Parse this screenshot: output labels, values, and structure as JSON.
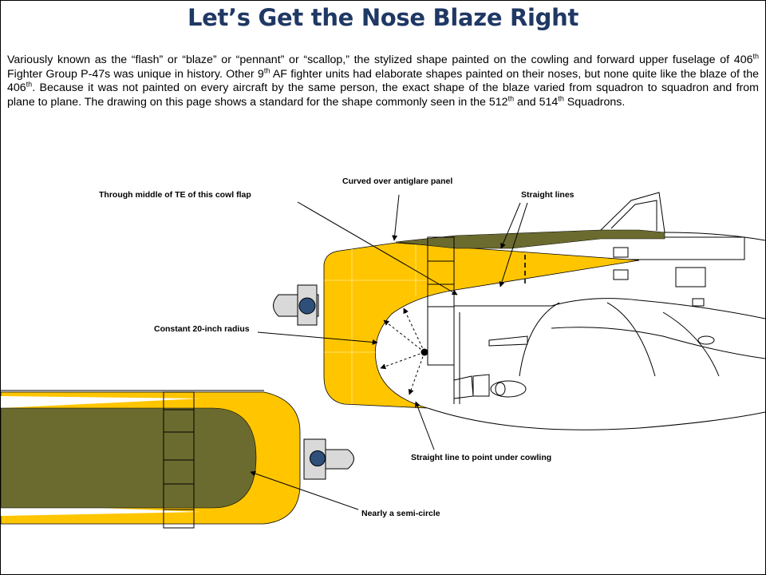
{
  "page": {
    "title": "Let’s Get the Nose Blaze Right",
    "paragraph": [
      {
        "t": "Variously known as the “flash” or “blaze” or “pennant” or “scallop,” the stylized shape painted on the cowling and forward upper fuselage of 406"
      },
      {
        "t": "th",
        "sup": true
      },
      {
        "t": " Fighter Group P-47s was unique in history.  Other 9"
      },
      {
        "t": "th",
        "sup": true
      },
      {
        "t": " AF fighter units had elaborate shapes painted on their noses, but none quite like the blaze of the 406"
      },
      {
        "t": "th",
        "sup": true
      },
      {
        "t": ".   Because it was not painted on every aircraft by the same person, the exact shape of the blaze varied from squadron to squadron and from plane to plane.  The drawing on this page shows a standard for the shape commonly seen in the 512"
      },
      {
        "t": "th",
        "sup": true
      },
      {
        "t": " and 514"
      },
      {
        "t": "th",
        "sup": true
      },
      {
        "t": " Squadrons."
      }
    ]
  },
  "annotations": {
    "cowl_flap": "Through middle of TE of this cowl flap",
    "antiglare": "Curved over antiglare panel",
    "straight_lines": "Straight lines",
    "radius": "Constant 20-inch radius",
    "straight_line_point": "Straight line to point under cowling",
    "semicircle": "Nearly a semi-circle"
  },
  "colors": {
    "title": "#1f3864",
    "blaze_yellow": "#ffc600",
    "olive_drab": "#6b6b2f",
    "spinner_blue": "#2e4f7a",
    "prop_grey": "#d9d9d9"
  }
}
